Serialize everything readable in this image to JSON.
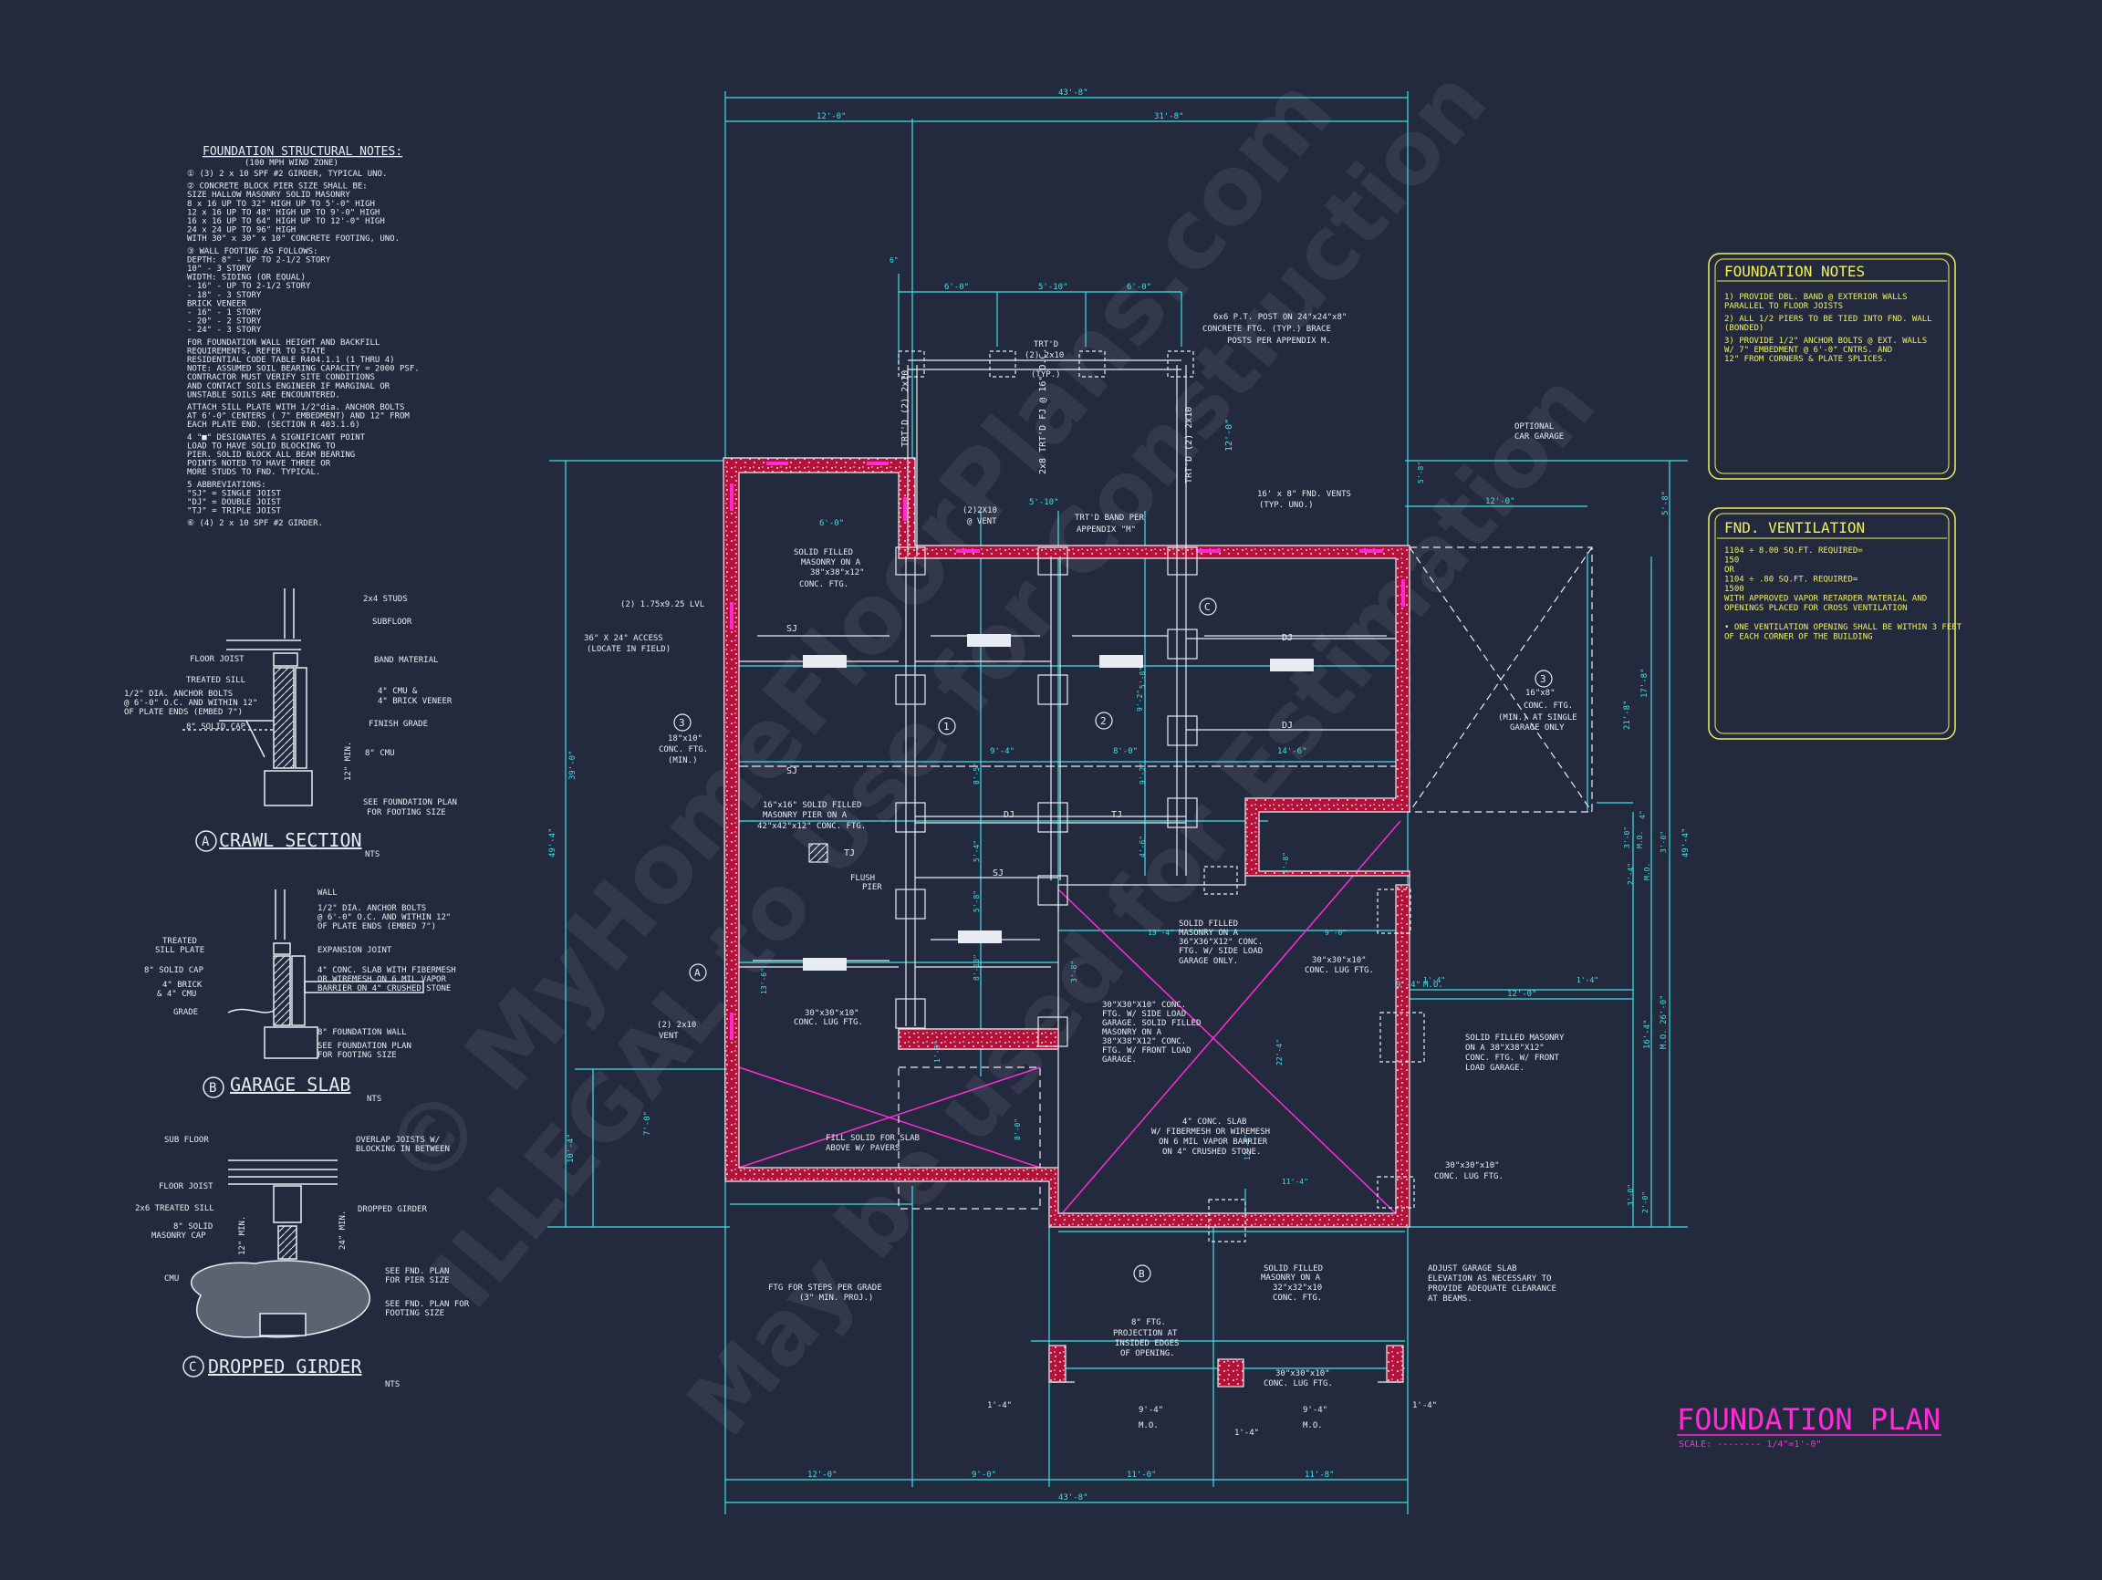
{
  "colors": {
    "background": "#232a3d",
    "dim": "#3fe0e8",
    "line": "#e8ecf2",
    "wall": "#c8143c",
    "accent": "#ff2bd6",
    "notes": "#f0f060"
  },
  "watermarks": [
    "© MyHomeFloorPlans.com",
    "ILLEGAL to Use for Construction",
    "May be used for Estimation"
  ],
  "title": {
    "text": "FOUNDATION PLAN",
    "scale": "SCALE: -------- 1/4\"=1'-0\""
  },
  "structural_notes": {
    "heading": "FOUNDATION STRUCTURAL NOTES:",
    "sub": "(100 MPH WIND ZONE)",
    "lines": [
      "① (3) 2 x 10 SPF #2 GIRDER, TYPICAL UNO.",
      "② CONCRETE BLOCK PIER SIZE SHALL BE:",
      "      SIZE      HALLOW MASONRY      SOLID MASONRY",
      "   8 x 16     UP TO 32\" HIGH    UP TO 5'-0\" HIGH",
      "  12 x 16     UP TO 48\" HIGH    UP TO 9'-0\" HIGH",
      "  16 x 16     UP TO 64\" HIGH    UP TO 12'-0\" HIGH",
      "  24 x 24     UP TO 96\" HIGH",
      "  WITH 30\" x 30\" x 10\" CONCRETE FOOTING, UNO.",
      "③ WALL FOOTING AS FOLLOWS:",
      "  DEPTH:  8\" - UP TO 2-1/2 STORY",
      "         10\" - 3 STORY",
      "  WIDTH:  SIDING (OR EQUAL)",
      "            - 16\" - UP TO 2-1/2 STORY",
      "            - 18\" - 3 STORY",
      "          BRICK VENEER",
      "            - 16\" - 1 STORY",
      "            - 20\" - 2 STORY",
      "            - 24\" - 3 STORY",
      "  FOR FOUNDATION WALL HEIGHT AND BACKFILL",
      "  REQUIREMENTS, REFER TO STATE",
      "  RESIDENTIAL CODE TABLE R404.1.1 (1 THRU 4)",
      "  NOTE: ASSUMED SOIL BEARING CAPACITY = 2000 PSF.",
      "  CONTRACTOR MUST VERIFY SITE CONDITIONS",
      "  AND CONTACT SOILS ENGINEER IF MARGINAL OR",
      "  UNSTABLE SOILS ARE ENCOUNTERED.",
      "  ATTACH SILL PLATE WITH 1/2\"dia. ANCHOR BOLTS",
      "  AT 6'-0\" CENTERS ( 7\" EMBEDMENT) AND 12\" FROM",
      "  EACH PLATE END. (SECTION R 403.1.6)",
      "4  \"■\" DESIGNATES A SIGNIFICANT POINT",
      "   LOAD TO HAVE SOLID BLOCKING TO",
      "   PIER. SOLID BLOCK ALL BEAM BEARING",
      "   POINTS NOTED TO HAVE THREE OR",
      "   MORE STUDS TO FND. TYPICAL.",
      "5  ABBREVIATIONS:",
      "   \"SJ\" = SINGLE JOIST",
      "   \"DJ\" = DOUBLE JOIST",
      "   \"TJ\" = TRIPLE JOIST",
      "⑥ (4) 2 x 10 SPF #2 GIRDER."
    ]
  },
  "foundation_notes": {
    "heading": "FOUNDATION NOTES",
    "lines": [
      "1) PROVIDE DBL. BAND @ EXTERIOR WALLS",
      "   PARALLEL TO FLOOR JOISTS",
      "2) ALL 1/2 PIERS TO BE TIED INTO FND. WALL",
      "   (BONDED)",
      "3) PROVIDE 1/2\" ANCHOR BOLTS @ EXT. WALLS",
      "   W/ 7\" EMBEDMENT @ 6'-0\" CNTRS. AND",
      "   12\" FROM CORNERS & PLATE SPLICES."
    ]
  },
  "fnd_ventilation": {
    "heading": "FND. VENTILATION",
    "lines": [
      "1104 ÷ 8.00 SQ.FT. REQUIRED=",
      "150",
      "       OR",
      "1104 ÷ .80 SQ.FT. REQUIRED=",
      "1500",
      "WITH APPROVED VAPOR RETARDER MATERIAL AND",
      "OPENINGS PLACED FOR CROSS VENTILATION",
      "",
      "• ONE VENTILATION OPENING SHALL BE WITHIN 3 FEET",
      "  OF EACH CORNER OF THE BUILDING"
    ]
  },
  "details": {
    "a": {
      "letter": "A",
      "title": "CRAWL SECTION",
      "nts": "NTS",
      "labels": [
        "2x4 STUDS",
        "SUBFLOOR",
        "FLOOR JOIST",
        "BAND MATERIAL",
        "TREATED SILL",
        "4\" CMU &",
        "4\" BRICK VENEER",
        "1/2\" DIA. ANCHOR BOLTS",
        "@ 6'-0\" O.C. AND WITHIN 12\"",
        "OF PLATE ENDS (EMBED 7\")",
        "8\" SOLID CAP",
        "FINISH GRADE",
        "8\" CMU",
        "12\" MIN.",
        "SEE FOUNDATION PLAN",
        "FOR FOOTING SIZE"
      ]
    },
    "b": {
      "letter": "B",
      "title": "GARAGE SLAB",
      "nts": "NTS",
      "labels": [
        "WALL",
        "1/2\" DIA. ANCHOR BOLTS",
        "@ 6'-0\" O.C. AND WITHIN 12\"",
        "OF PLATE ENDS (EMBED 7\")",
        "TREATED",
        "SILL PLATE",
        "EXPANSION JOINT",
        "8\" SOLID CAP",
        "4\" CONC. SLAB WITH FIBERMESH",
        "OR WIREMESH ON 6 MIL VAPOR",
        "BARRIER ON 4\" CRUSHED STONE",
        "4\" BRICK",
        "& 4\" CMU",
        "GRADE",
        "8\" FOUNDATION WALL",
        "SEE FOUNDATION PLAN",
        "FOR FOOTING SIZE"
      ]
    },
    "c": {
      "letter": "C",
      "title": "DROPPED GIRDER",
      "nts": "NTS",
      "labels": [
        "SUB FLOOR",
        "OVERLAP JOISTS W/",
        "BLOCKING IN BETWEEN",
        "FLOOR JOIST",
        "2x6 TREATED SILL",
        "DROPPED GIRDER",
        "8\" SOLID",
        "MASONRY CAP",
        "12\" MIN.",
        "24\" MIN.",
        "CMU",
        "SEE FND. PLAN",
        "FOR PIER SIZE",
        "SEE FND. PLAN FOR",
        "FOOTING SIZE"
      ]
    }
  },
  "plan": {
    "dims_top": [
      "43'-8\"",
      "12'-0\"",
      "31'-8\"",
      "6'-0\"",
      "5'-10\"",
      "6'-0\"",
      "6\""
    ],
    "dims_bottom": [
      "12'-0\"",
      "9'-0\"",
      "11'-0\"",
      "11'-8\"",
      "43'-8\""
    ],
    "dims_left": [
      "39'-0\"",
      "49'-4\"",
      "7'-0\"",
      "10'-4\""
    ],
    "dims_right": [
      "5'-8\"",
      "17'-8\"",
      "21'-8\"",
      "4\"",
      "3'-0\"",
      "M.O.",
      "3'-0\"",
      "2'-4\"",
      "M.O.",
      "16'-4\"",
      "M.O. 26'-0\"",
      "2'-0\"",
      "49'-4\"",
      "3'-0\""
    ],
    "dims_interior": [
      "12'-0\"",
      "6'-0\"",
      "5'-10\"",
      "9'-4\"",
      "8'-0\"",
      "14'-6\"",
      "9'-2\"",
      "8'-5\"",
      "5'-8\"",
      "9'-2\"",
      "4'-6\"",
      "5'-4\"",
      "13'-6\"",
      "8'-10\"",
      "5'-8\"",
      "13'-4\"",
      "9'-0\"",
      "9'-4\"",
      "M.O.",
      "12'-0\"",
      "1'-4\"",
      "1'-4\"",
      "11'-4\"",
      "3'-8\"",
      "3'-8\"",
      "22'-4\"",
      "1'-8\"",
      "8'-0\"",
      "12'-0\"",
      "5'-8\""
    ],
    "joist_labels": [
      "SJ",
      "SJ",
      "DJ",
      "DJ",
      "DJ",
      "TJ",
      "TJ",
      "SJ"
    ],
    "vertical_labels": [
      "TRT'D (2) 2x10",
      "2x8 TRT'D FJ @ 16\" O.C.",
      "TRT'D (2) 2x10",
      "12'-0\""
    ],
    "callouts": [
      "6x6 P.T. POST ON 24\"x24\"x8\"",
      "CONCRETE FTG. (TYP.) BRACE",
      "POSTS PER APPENDIX M.",
      "TRT'D",
      "(2) 2x10",
      "(TYP.)",
      "(2)2X10",
      "@ VENT",
      "TRT'D BAND PER",
      "APPENDIX \"M\"",
      "16' x 8\" FND. VENTS",
      "(TYP. UNO.)",
      "OPTIONAL",
      "CAR GARAGE",
      "SOLID FILLED",
      "MASONRY ON A",
      "38\"x38\"x12\"",
      "CONC. FTG.",
      "(2) 1.75x9.25 LVL",
      "36\" X 24\" ACCESS",
      "(LOCATE IN FIELD)",
      "18\"x10\"",
      "CONC. FTG.",
      "(MIN.)",
      "16\"x16\" SOLID FILLED",
      "MASONRY PIER ON A",
      "42\"x42\"x12\" CONC. FTG.",
      "FLUSH",
      "PIER",
      "30\"x30\"x10\"",
      "CONC. LUG FTG.",
      "(2) 2x10",
      "VENT",
      "FILL SOLID FOR SLAB",
      "ABOVE W/ PAVERS",
      "SOLID FILLED",
      "MASONRY ON A",
      "36\"X36\"X12\" CONC.",
      "FTG. W/ SIDE LOAD",
      "GARAGE ONLY.",
      "30\"X30\"X10\" CONC.",
      "FTG. W/ SIDE LOAD",
      "GARAGE. SOLID FILLED",
      "MASONRY ON A",
      "38\"X38\"X12\" CONC.",
      "FTG. W/ FRONT LOAD",
      "GARAGE.",
      "4\" CONC. SLAB",
      "W/ FIBERMESH OR WIREMESH",
      "ON 6 MIL VAPOR BARRIER",
      "ON 4\" CRUSHED STONE.",
      "30\"x30\"x10\"",
      "CONC. LUG FTG.",
      "16\"x8\"",
      "CONC. FTG.",
      "(MIN.) AT SINGLE",
      "GARAGE ONLY",
      "SOLID FILLED MASONRY",
      "ON A 38\"X38\"X12\"",
      "CONC. FTG. W/ FRONT",
      "LOAD GARAGE.",
      "30\"x30\"x10\"",
      "CONC. LUG FTG.",
      "SOLID FILLED",
      "MASONRY ON A",
      "32\"x32\"x10",
      "CONC. FTG.",
      "ADJUST GARAGE SLAB",
      "ELEVATION AS NECESSARY TO",
      "PROVIDE ADEQUATE CLEARANCE",
      "AT BEAMS.",
      "FTG FOR STEPS PER GRADE",
      "(3\" MIN. PROJ.)",
      "8\" FTG.",
      "PROJECTION AT",
      "INSIDED EDGES",
      "OF OPENING.",
      "30\"x30\"x10\"",
      "CONC. LUG FTG.",
      "1'-4\"",
      "9'-4\"",
      "M.O.",
      "1'-4\"",
      "9'-4\"",
      "M.O.",
      "1'-4\""
    ],
    "tags": [
      "1",
      "2",
      "3",
      "3",
      "A",
      "B",
      "C"
    ]
  }
}
